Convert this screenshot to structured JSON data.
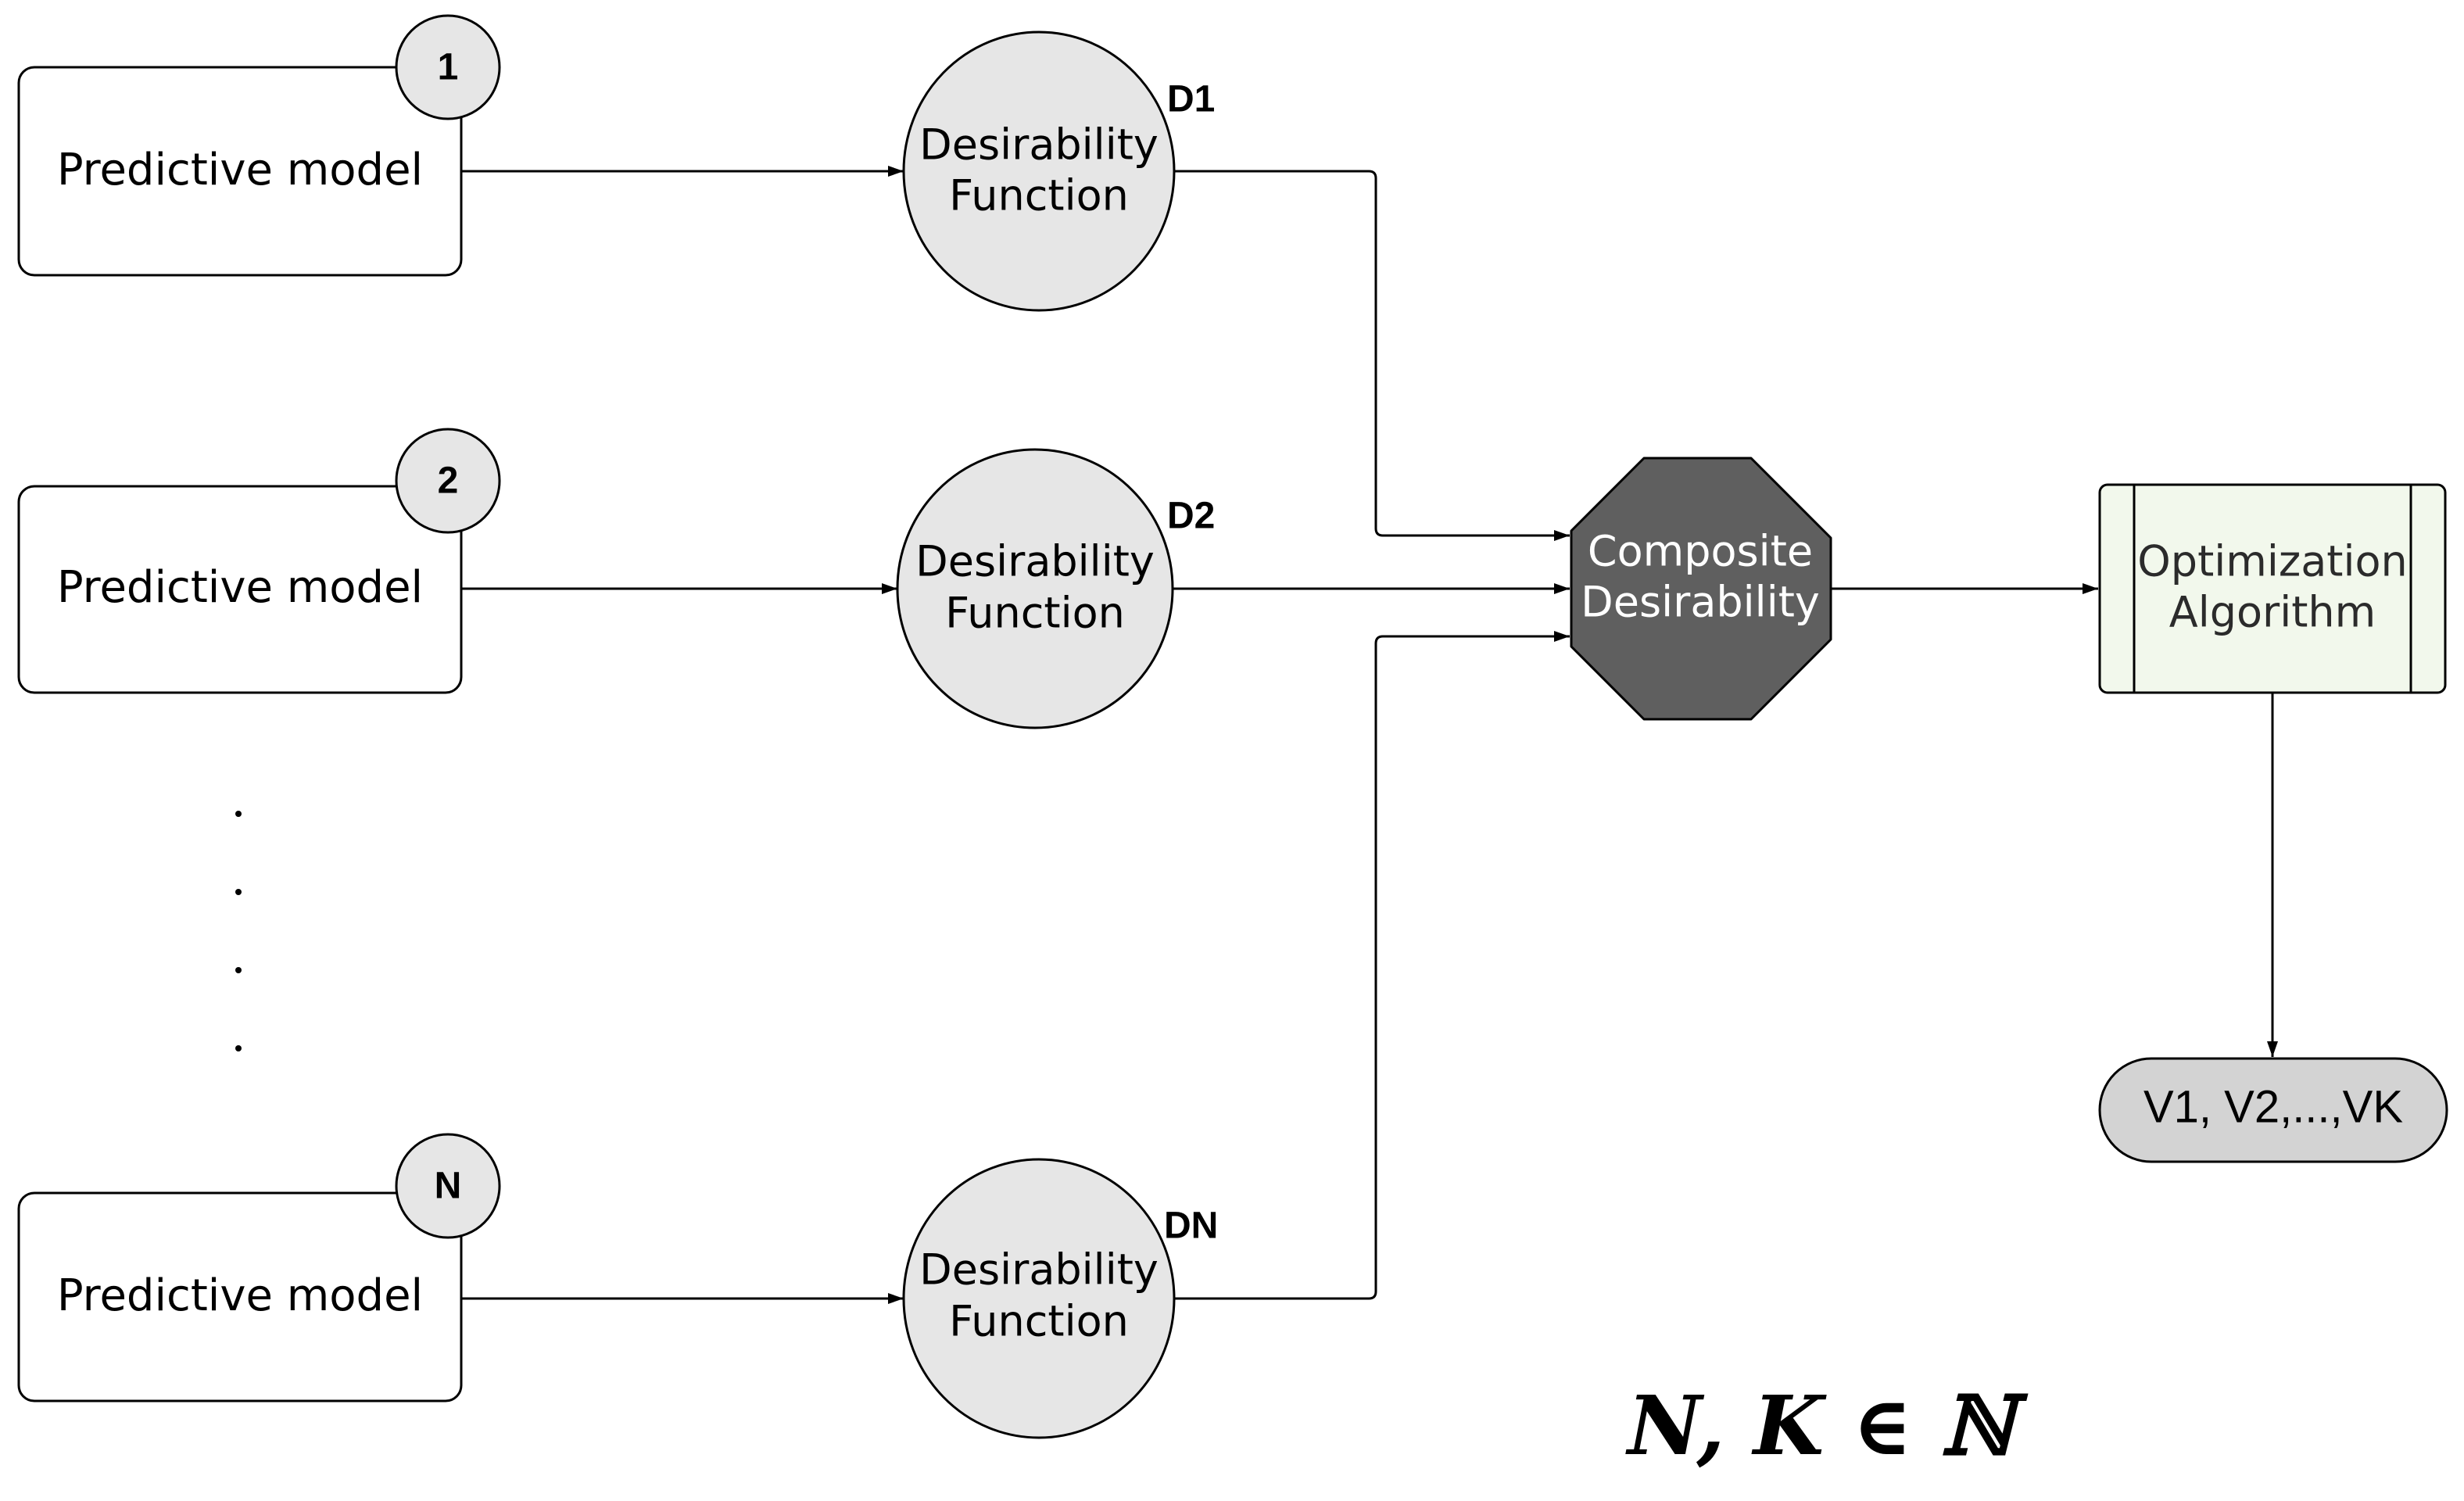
{
  "models": [
    {
      "label": "Predictive model",
      "badge": "1",
      "desirability": [
        "Desirability",
        "Function"
      ],
      "output": "D1"
    },
    {
      "label": "Predictive model",
      "badge": "2",
      "desirability": [
        "Desirability",
        "Function"
      ],
      "output": "D2"
    },
    {
      "label": "Predictive model",
      "badge": "N",
      "desirability": [
        "Desirability",
        "Function"
      ],
      "output": "DN"
    }
  ],
  "composite": {
    "line1": "Composite",
    "line2": "Desirability"
  },
  "optimizer": {
    "line1": "Optimization",
    "line2": "Algorithm"
  },
  "output": {
    "label": "V1, V2,...,VK"
  },
  "math": {
    "formula": "N, K ∈ ℕ"
  },
  "colors": {
    "node_fill": "#e6e6e6",
    "composite_fill": "#5f5f5f",
    "optimizer_fill": "#f2f8ec",
    "stroke": "#000000"
  }
}
